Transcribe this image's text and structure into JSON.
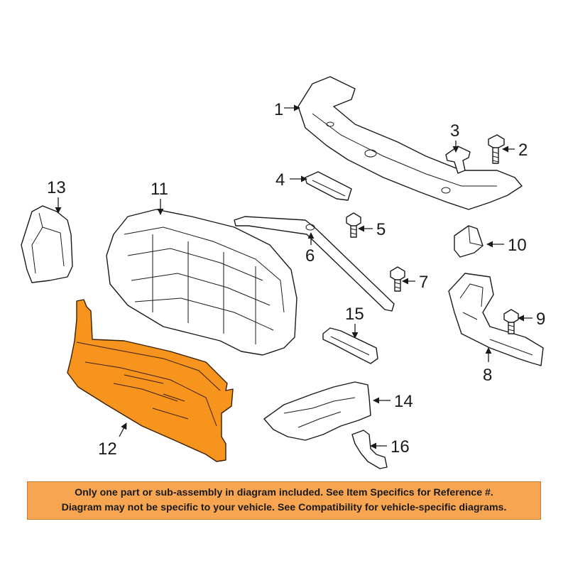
{
  "callouts": {
    "c1": "1",
    "c2": "2",
    "c3": "3",
    "c4": "4",
    "c5": "5",
    "c6": "6",
    "c7": "7",
    "c8": "8",
    "c9": "9",
    "c10": "10",
    "c11": "11",
    "c12": "12",
    "c13": "13",
    "c14": "14",
    "c15": "15",
    "c16": "16"
  },
  "highlight_color": "#f7941d",
  "notice": {
    "line1": "Only one part or sub-assembly in diagram included. See Item Specifics for Reference #.",
    "line2": "Diagram may not be specific to your vehicle. See Compatibility for vehicle-specific diagrams.",
    "background": "#f7a551"
  }
}
